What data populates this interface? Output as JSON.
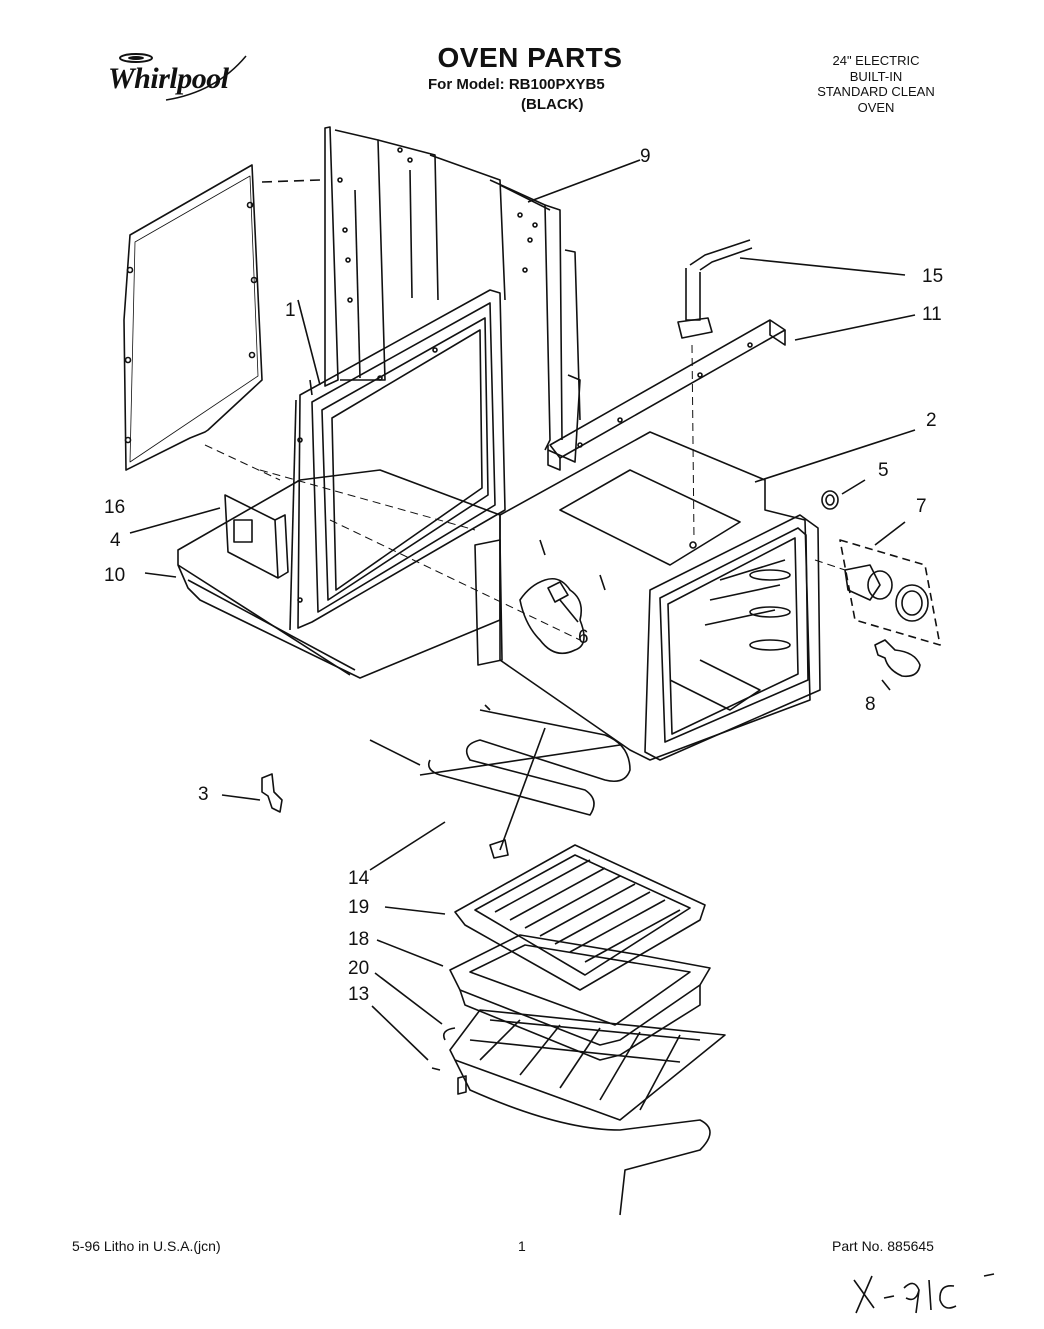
{
  "header": {
    "brand": "Whirlpool",
    "title": "OVEN PARTS",
    "model_line": "For Model: RB100PXYB5",
    "variant": "(BLACK)",
    "description": [
      "24\" ELECTRIC",
      "BUILT-IN",
      "STANDARD CLEAN",
      "OVEN"
    ]
  },
  "callouts": {
    "c1": "1",
    "c2": "2",
    "c3": "3",
    "c4": "4",
    "c5": "5",
    "c6": "6",
    "c7": "7",
    "c8": "8",
    "c9": "9",
    "c10": "10",
    "c11": "11",
    "c13": "13",
    "c14": "14",
    "c15": "15",
    "c16": "16",
    "c18": "18",
    "c19": "19",
    "c20": "20"
  },
  "footer": {
    "left": "5-96  Litho in U.S.A.(jcn)",
    "page": "1",
    "part_no": "Part No. 885645"
  },
  "colors": {
    "ink": "#111111",
    "paper": "#ffffff"
  }
}
